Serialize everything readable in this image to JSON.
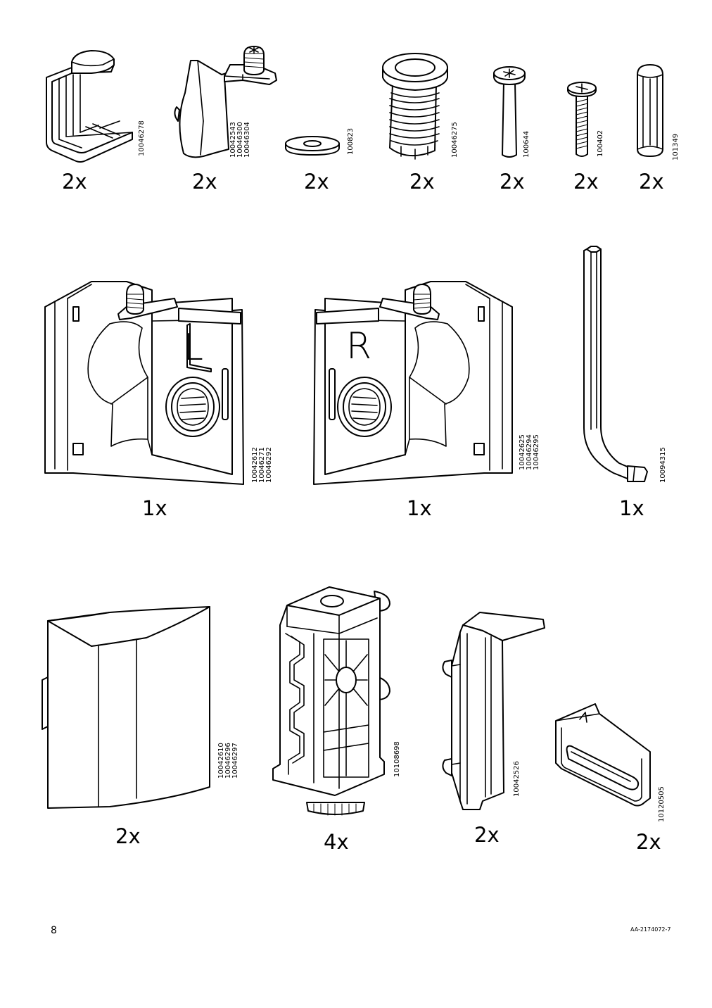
{
  "page": {
    "number": "8",
    "doc_id": "AA-2174072-7"
  },
  "parts": [
    {
      "icon": "bracket-clip-icon",
      "qty": "2x",
      "codes": [
        "10046278"
      ]
    },
    {
      "icon": "cam-hook-icon",
      "qty": "2x",
      "codes": [
        "10042543",
        "10046300",
        "10046304"
      ]
    },
    {
      "icon": "washer-icon",
      "qty": "2x",
      "codes": [
        "100823"
      ]
    },
    {
      "icon": "threaded-insert-icon",
      "qty": "2x",
      "codes": [
        "10046275"
      ]
    },
    {
      "icon": "long-screw-icon",
      "qty": "2x",
      "codes": [
        "100644"
      ]
    },
    {
      "icon": "short-screw-icon",
      "qty": "2x",
      "codes": [
        "100402"
      ]
    },
    {
      "icon": "wooden-dowel-icon",
      "qty": "2x",
      "codes": [
        "101349"
      ]
    },
    {
      "icon": "left-corner-bracket-icon",
      "qty": "1x",
      "codes": [
        "10042612",
        "10046271",
        "10046292"
      ],
      "letter": "L"
    },
    {
      "icon": "right-corner-bracket-icon",
      "qty": "1x",
      "codes": [
        "10042625",
        "10046294",
        "10046295"
      ],
      "letter": "R"
    },
    {
      "icon": "allen-key-icon",
      "qty": "1x",
      "codes": [
        "10094315"
      ]
    },
    {
      "icon": "end-cap-icon",
      "qty": "2x",
      "codes": [
        "10042610",
        "10046296",
        "10046297"
      ]
    },
    {
      "icon": "adjustable-foot-icon",
      "qty": "4x",
      "codes": [
        "10108698"
      ]
    },
    {
      "icon": "edge-clip-icon",
      "qty": "2x",
      "codes": [
        "10042526"
      ]
    },
    {
      "icon": "slotted-plate-icon",
      "qty": "2x",
      "codes": [
        "10120505"
      ]
    }
  ]
}
